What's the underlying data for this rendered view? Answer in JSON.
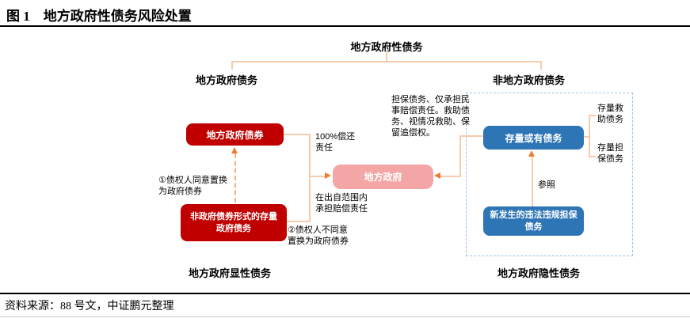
{
  "figure": {
    "title": "图 1　地方政府性债务风险处置",
    "source": "资料来源：88 号文，中证鹏元整理"
  },
  "tree": {
    "root": "地方政府性债务",
    "left_branch": "地方政府债务",
    "right_branch": "非地方政府债务",
    "left_bottom": "地方政府显性债务",
    "right_bottom": "地方政府隐性债务"
  },
  "boxes": {
    "bond": "地方政府债券",
    "non_bond": "非政府债券形式的存量\n政府债务",
    "local_gov": "地方政府",
    "contingent": "存量或有债务",
    "new_illegal": "新发生的违法违规担保\n债务"
  },
  "annotations": {
    "swap_agree": "①债权人同意置换\n为政府债券",
    "swap_disagree": "②债权人不同意\n置换为政府债券",
    "full_repay": "100%偿还\n责任",
    "compensation": "在出自范围内\n承担赔偿责任",
    "guarantee_note": "担保债务、仅承担民\n事赔偿责任。救助债\n务、视情况救助、保\n留追偿权。",
    "reference": "参照",
    "stock_rescue": "存量救\n助债务",
    "stock_guarantee": "存量担\n保债务"
  },
  "colors": {
    "dark_red": "#C00000",
    "pink": "#F4A6A6",
    "blue": "#2E75B6",
    "connector_line": "#F8CBAD",
    "arrow": "#ED7D31",
    "dashed_border": "#9DC3E6"
  }
}
